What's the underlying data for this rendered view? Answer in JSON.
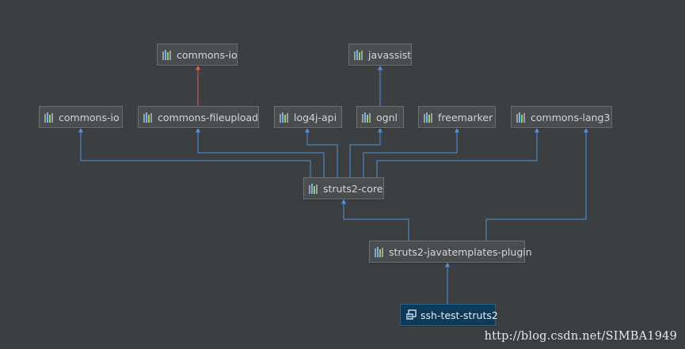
{
  "colors": {
    "background": "#3c3f41",
    "edge_normal": "#4f8fdc",
    "edge_conflict": "#e05a52",
    "node_bg": "#4a4d4f",
    "root_bg": "#0d3a58"
  },
  "nodes": {
    "commons_io_top": {
      "label": "commons-io",
      "icon": "library-icon"
    },
    "javassist": {
      "label": "javassist",
      "icon": "library-icon"
    },
    "commons_io": {
      "label": "commons-io",
      "icon": "library-icon"
    },
    "commons_fileupload": {
      "label": "commons-fileupload",
      "icon": "library-icon"
    },
    "log4j_api": {
      "label": "log4j-api",
      "icon": "library-icon"
    },
    "ognl": {
      "label": "ognl",
      "icon": "library-icon"
    },
    "freemarker": {
      "label": "freemarker",
      "icon": "library-icon"
    },
    "commons_lang3": {
      "label": "commons-lang3",
      "icon": "library-icon"
    },
    "struts2_core": {
      "label": "struts2-core",
      "icon": "library-icon"
    },
    "javatemplates_plugin": {
      "label": "struts2-javatemplates-plugin",
      "icon": "library-icon"
    },
    "ssh_test_struts2": {
      "label": "ssh-test-struts2",
      "icon": "module-icon"
    }
  },
  "edges": [
    {
      "from": "commons_fileupload",
      "to": "commons_io_top",
      "kind": "conflict"
    },
    {
      "from": "ognl",
      "to": "javassist",
      "kind": "normal"
    },
    {
      "from": "struts2_core",
      "to": "commons_io",
      "kind": "normal"
    },
    {
      "from": "struts2_core",
      "to": "commons_fileupload",
      "kind": "normal"
    },
    {
      "from": "struts2_core",
      "to": "log4j_api",
      "kind": "normal"
    },
    {
      "from": "struts2_core",
      "to": "ognl",
      "kind": "normal"
    },
    {
      "from": "struts2_core",
      "to": "freemarker",
      "kind": "normal"
    },
    {
      "from": "struts2_core",
      "to": "commons_lang3",
      "kind": "normal"
    },
    {
      "from": "javatemplates_plugin",
      "to": "struts2_core",
      "kind": "normal"
    },
    {
      "from": "javatemplates_plugin",
      "to": "commons_lang3",
      "kind": "normal"
    },
    {
      "from": "ssh_test_struts2",
      "to": "javatemplates_plugin",
      "kind": "normal"
    }
  ],
  "watermark": "http://blog.csdn.net/SIMBA1949"
}
